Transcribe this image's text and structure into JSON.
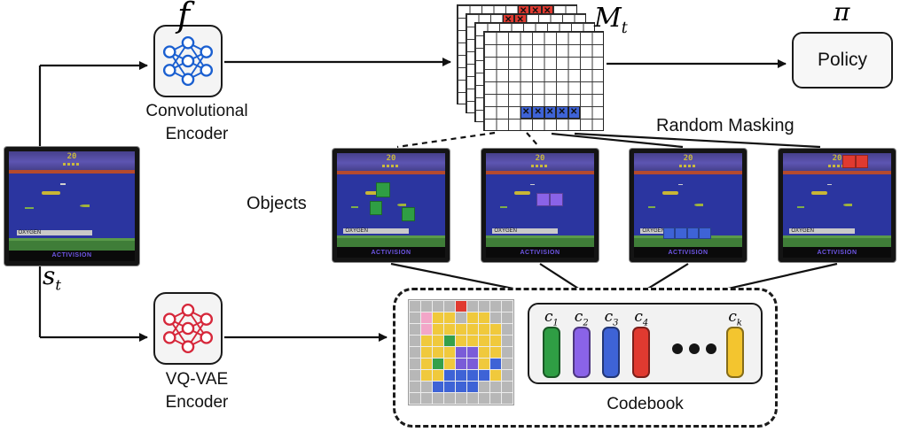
{
  "labels": {
    "f": "f",
    "m_base": "M",
    "m_sub": "t",
    "pi": "π",
    "policy": "Policy",
    "random_masking": "Random Masking",
    "objects": "Objects",
    "conv_encoder": [
      "Convolutional",
      "Encoder"
    ],
    "vqvae_encoder": [
      "VQ-VAE",
      "Encoder"
    ],
    "s_base": "s",
    "s_sub": "t"
  },
  "encoder_colors": {
    "conv": "#1a5fd0",
    "vqvae": "#d6273a"
  },
  "game_screen": {
    "score": "20",
    "oxygen": "OXYGEN",
    "brand": "ACTIVISION"
  },
  "object_screens": [
    {
      "object_color_name": "green",
      "color": "#2f9e44",
      "blocks": [
        [
          36,
          28,
          13,
          14
        ],
        [
          30,
          46,
          12,
          13
        ],
        [
          60,
          52,
          12,
          13
        ]
      ]
    },
    {
      "object_color_name": "purple",
      "color": "#8a63e8",
      "blocks": [
        [
          47,
          38,
          12,
          13
        ],
        [
          59,
          38,
          12,
          13
        ]
      ]
    },
    {
      "object_color_name": "blue",
      "color": "#3e63d6",
      "blocks": [
        [
          27,
          71,
          11,
          11
        ],
        [
          38,
          71,
          11,
          11
        ],
        [
          49,
          71,
          11,
          11
        ],
        [
          60,
          71,
          11,
          11
        ]
      ]
    },
    {
      "object_color_name": "red",
      "color": "#e03a30",
      "blocks": [
        [
          55,
          2,
          12,
          12
        ],
        [
          67,
          2,
          12,
          12
        ]
      ]
    }
  ],
  "feature_stack": {
    "cols": 10,
    "rows": 8,
    "glyph": "✕",
    "colors": {
      "red": "#e03a30",
      "blue": "#3e63d6"
    },
    "layers": [
      {
        "marks": [
          {
            "row": 0,
            "color": "red",
            "cols": [
              5,
              6,
              7
            ]
          }
        ]
      },
      {
        "marks": [
          {
            "row": 0,
            "color": "red",
            "cols": [
              3,
              4
            ]
          }
        ]
      },
      {
        "marks": []
      },
      {
        "marks": [
          {
            "row": 6,
            "color": "blue",
            "cols": [
              3,
              4,
              5,
              6,
              7
            ]
          }
        ]
      }
    ]
  },
  "quant_grid": {
    "palette": {
      "G": "#b7b7b7",
      "Y": "#f0c93c",
      "R": "#e03a30",
      "P": "#f2a6c8",
      "U": "#7a5cd8",
      "B": "#3e63d6",
      "E": "#35a04a"
    },
    "rows": [
      "GGGGRGGGG",
      "GPYYGYYGG",
      "GPYYYYYYG",
      "GYYEYYYYG",
      "GYYYUUYYG",
      "GYEYUUYBG",
      "GYYBBBBYG",
      "GGBBBBGGG",
      "GGGGGGGGG"
    ]
  },
  "codebook": {
    "title": "Codebook",
    "entries": [
      {
        "base": "c",
        "sub": "1",
        "color": "#2f9e44"
      },
      {
        "base": "c",
        "sub": "2",
        "color": "#8a63e8"
      },
      {
        "base": "c",
        "sub": "3",
        "color": "#3e63d6"
      },
      {
        "base": "c",
        "sub": "4",
        "color": "#e03a30"
      },
      {
        "base": "c",
        "sub": "k",
        "color": "#f3c52f"
      }
    ]
  }
}
